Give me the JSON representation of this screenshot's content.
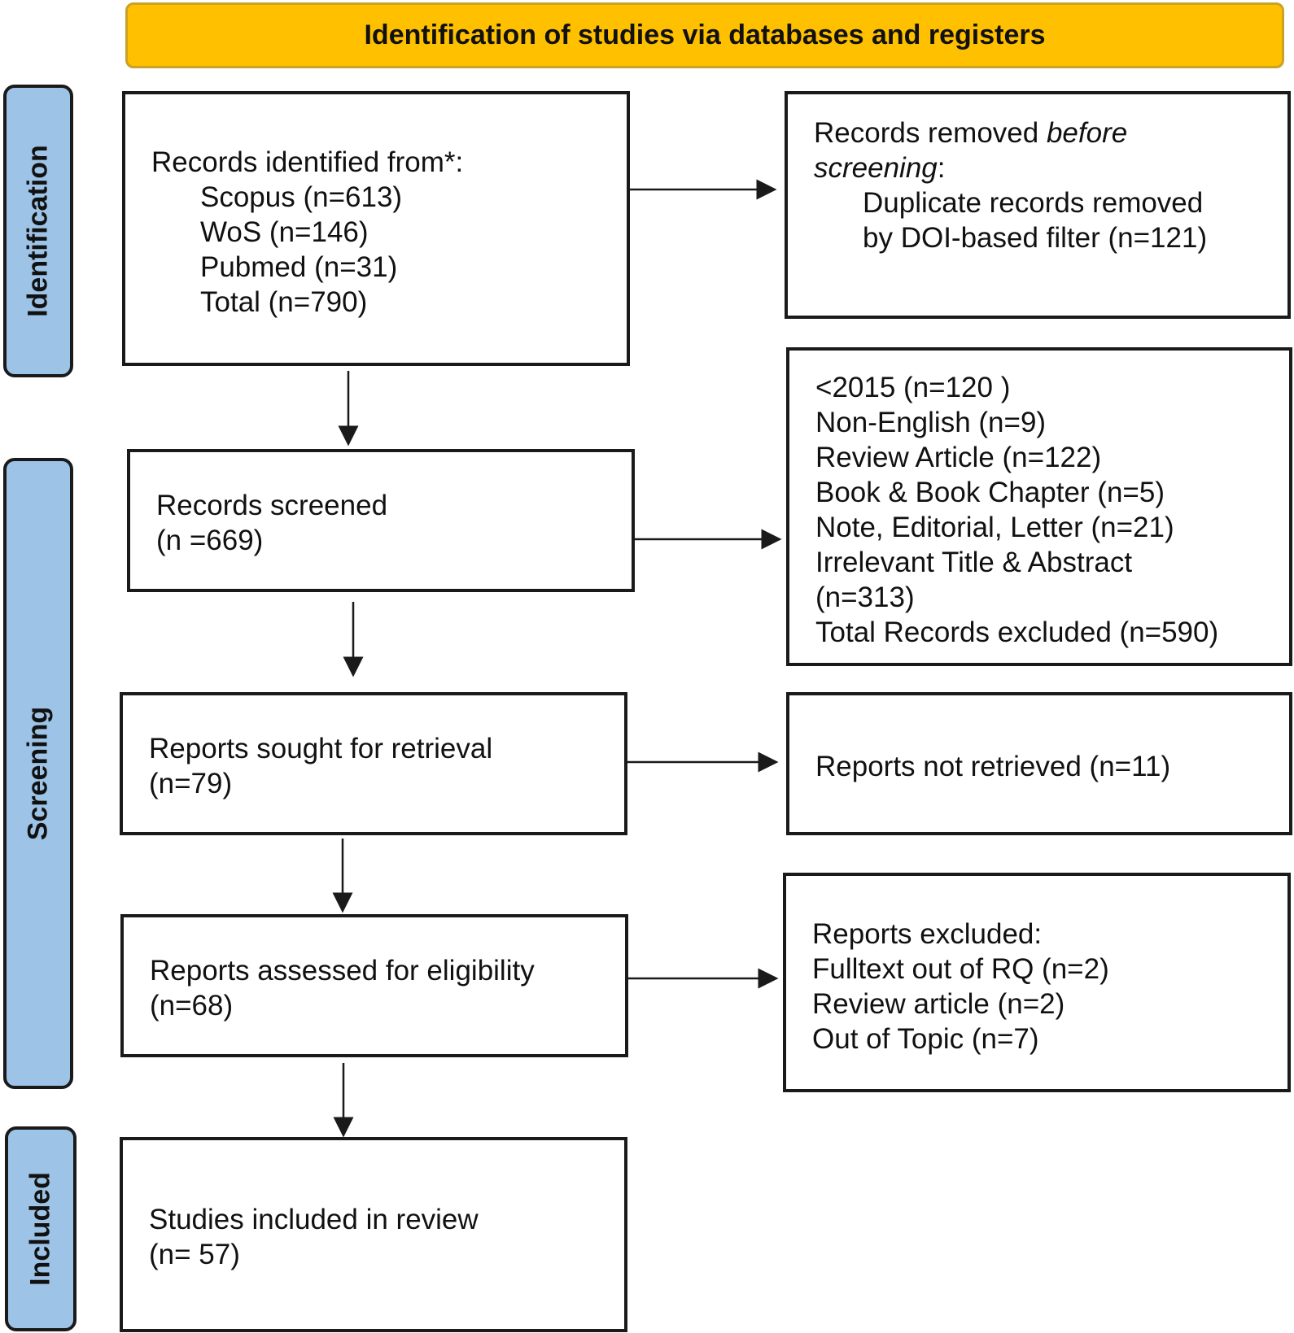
{
  "header": {
    "title": "Identification of studies via databases and registers"
  },
  "phases": {
    "identification": "Identification",
    "screening": "Screening",
    "included": "Included"
  },
  "records_identified": {
    "heading": "Records identified from*:",
    "sources": [
      "Scopus (n=613)",
      "WoS (n=146)",
      "Pubmed (n=31)",
      "Total (n=790)"
    ]
  },
  "records_removed": {
    "line1_prefix": "Records removed ",
    "line1_italic": "before",
    "line2_italic": "screening",
    "line2_suffix": ":",
    "details": [
      "Duplicate records removed",
      "by DOI-based filter (n=121)"
    ]
  },
  "records_screened": {
    "lines": [
      "Records screened",
      "(n =669)"
    ]
  },
  "records_excluded": {
    "lines": [
      "<2015 (n=120 )",
      "Non-English (n=9)",
      "Review Article (n=122)",
      "Book & Book Chapter (n=5)",
      "Note, Editorial, Letter (n=21)",
      "Irrelevant Title & Abstract",
      "(n=313)",
      "Total Records excluded (n=590)"
    ]
  },
  "reports_sought": {
    "lines": [
      "Reports sought for retrieval",
      "(n=79)"
    ]
  },
  "reports_not_retrieved": {
    "lines": [
      "Reports not retrieved (n=11)"
    ]
  },
  "reports_assessed": {
    "lines": [
      "Reports assessed for eligibility",
      "(n=68)"
    ]
  },
  "reports_excluded": {
    "lines": [
      "Reports excluded:",
      "Fulltext out of RQ (n=2)",
      "Review article (n=2)",
      "Out of Topic (n=7)"
    ]
  },
  "studies_included": {
    "lines": [
      "Studies included in review",
      "(n= 57)"
    ]
  },
  "colors": {
    "header_fill": "#FFC000",
    "phase_fill": "#9DC3E6",
    "stroke": "#1a1a1a"
  }
}
